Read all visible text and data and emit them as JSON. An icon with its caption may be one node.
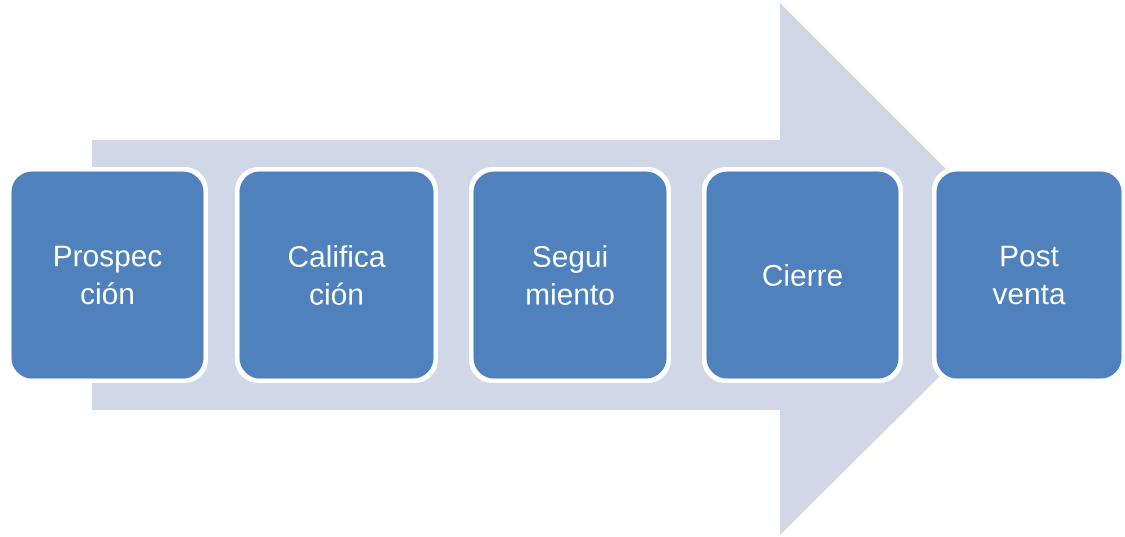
{
  "diagram": {
    "nodes": [
      {
        "text": [
          "Prospec ción"
        ]
      },
      {
        "text": [
          "Califica ción"
        ]
      },
      {
        "text": [
          "Segui miento"
        ]
      },
      {
        "text": [
          "Cierre"
        ]
      },
      {
        "text": [
          "Post venta"
        ]
      }
    ],
    "edges": [
      {
        "from": 0,
        "to": 4,
        "arrow": "to"
      }
    ]
  }
}
